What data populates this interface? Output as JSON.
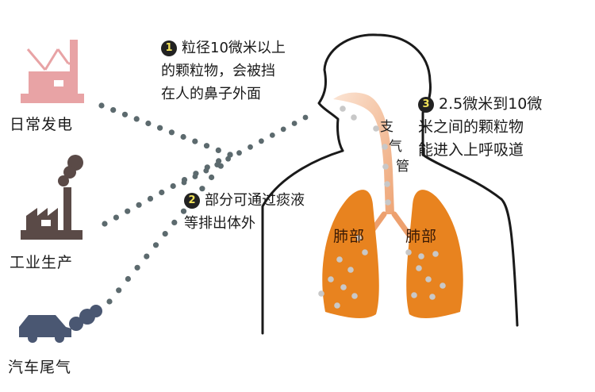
{
  "sources": [
    {
      "id": "power",
      "label": "日常发电",
      "icon": "power-plant-icon"
    },
    {
      "id": "industry",
      "label": "工业生产",
      "icon": "factory-icon"
    },
    {
      "id": "vehicle",
      "label": "汽车尾气",
      "icon": "car-exhaust-icon"
    }
  ],
  "notes": [
    {
      "num": "1",
      "lines": [
        "粒径10微米以上",
        "的颗粒物，会被挡",
        "在人的鼻子外面"
      ]
    },
    {
      "num": "2",
      "lines": [
        "部分可通过痰液",
        "等排出体外"
      ]
    },
    {
      "num": "3",
      "lines": [
        "2.5微米到10微",
        "米之间的颗粒物",
        "能进入上呼吸道"
      ]
    }
  ],
  "anatomy": {
    "trachea": [
      "支",
      "气",
      "管"
    ],
    "lung_left": "肺部",
    "lung_right": "肺部"
  },
  "colors": {
    "power_plant": "#e8a3a5",
    "factory": "#5a4a47",
    "car": "#4a5772",
    "lung": "#e8831f",
    "outline": "#1a1a1a",
    "dots": "#5c6a6e",
    "badge_text": "#f2e35a"
  }
}
